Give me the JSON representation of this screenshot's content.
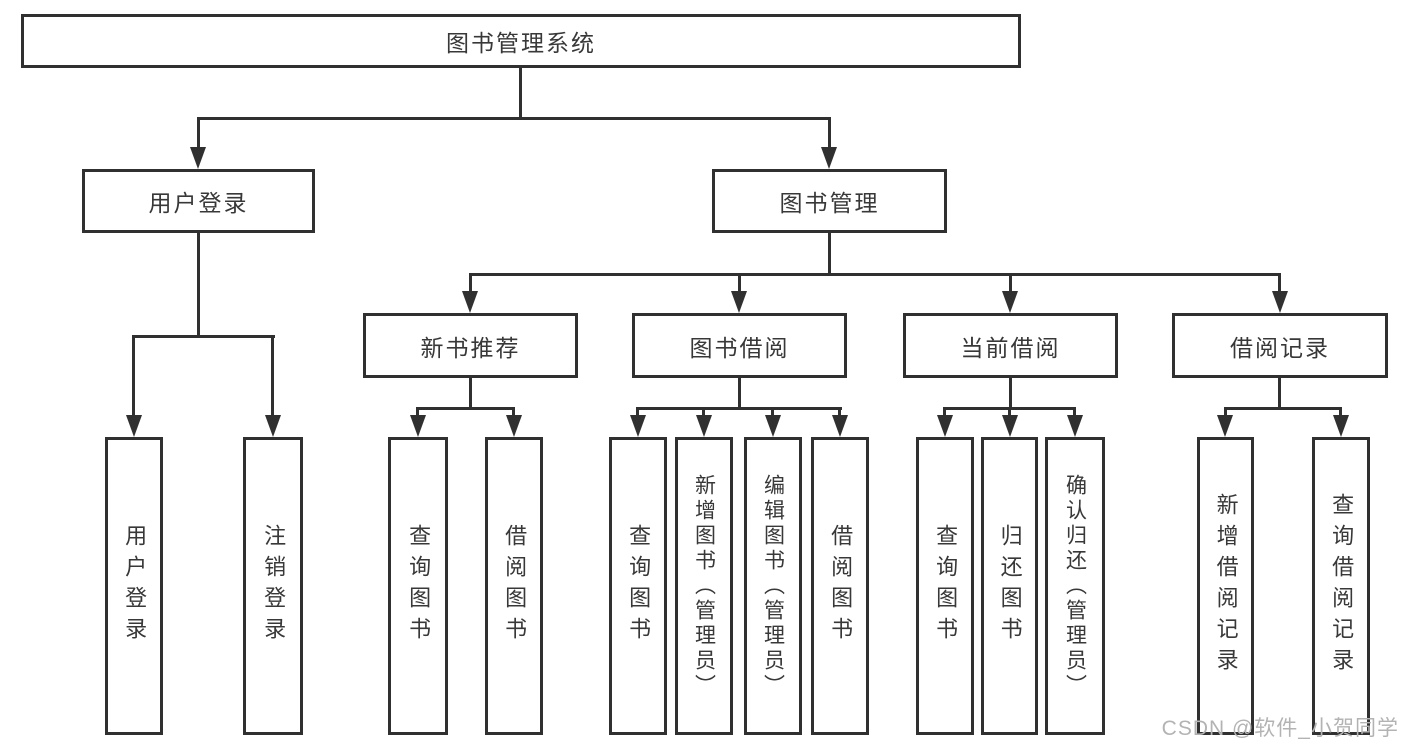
{
  "nodes": {
    "root": "图书管理系统",
    "user_login": "用户登录",
    "book_mgmt": "图书管理",
    "login_user": "用户登录",
    "login_logout": "注销登录",
    "new_book": "新书推荐",
    "book_borrow": "图书借阅",
    "current_borrow": "当前借阅",
    "borrow_record": "借阅记录",
    "nb_query": "查询图书",
    "nb_borrow": "借阅图书",
    "bb_query": "查询图书",
    "bb_add": "新增图书（管理员）",
    "bb_edit": "编辑图书（管理员）",
    "bb_borrow": "借阅图书",
    "cb_query": "查询图书",
    "cb_return": "归还图书",
    "cb_confirm": "确认归还（管理员）",
    "br_add": "新增借阅记录",
    "br_query": "查询借阅记录"
  },
  "watermark": "CSDN @软件_小贺同学",
  "colors": {
    "line": "#303030",
    "text": "#383838",
    "watermark": "#b3b3b3",
    "background": "#ffffff"
  }
}
